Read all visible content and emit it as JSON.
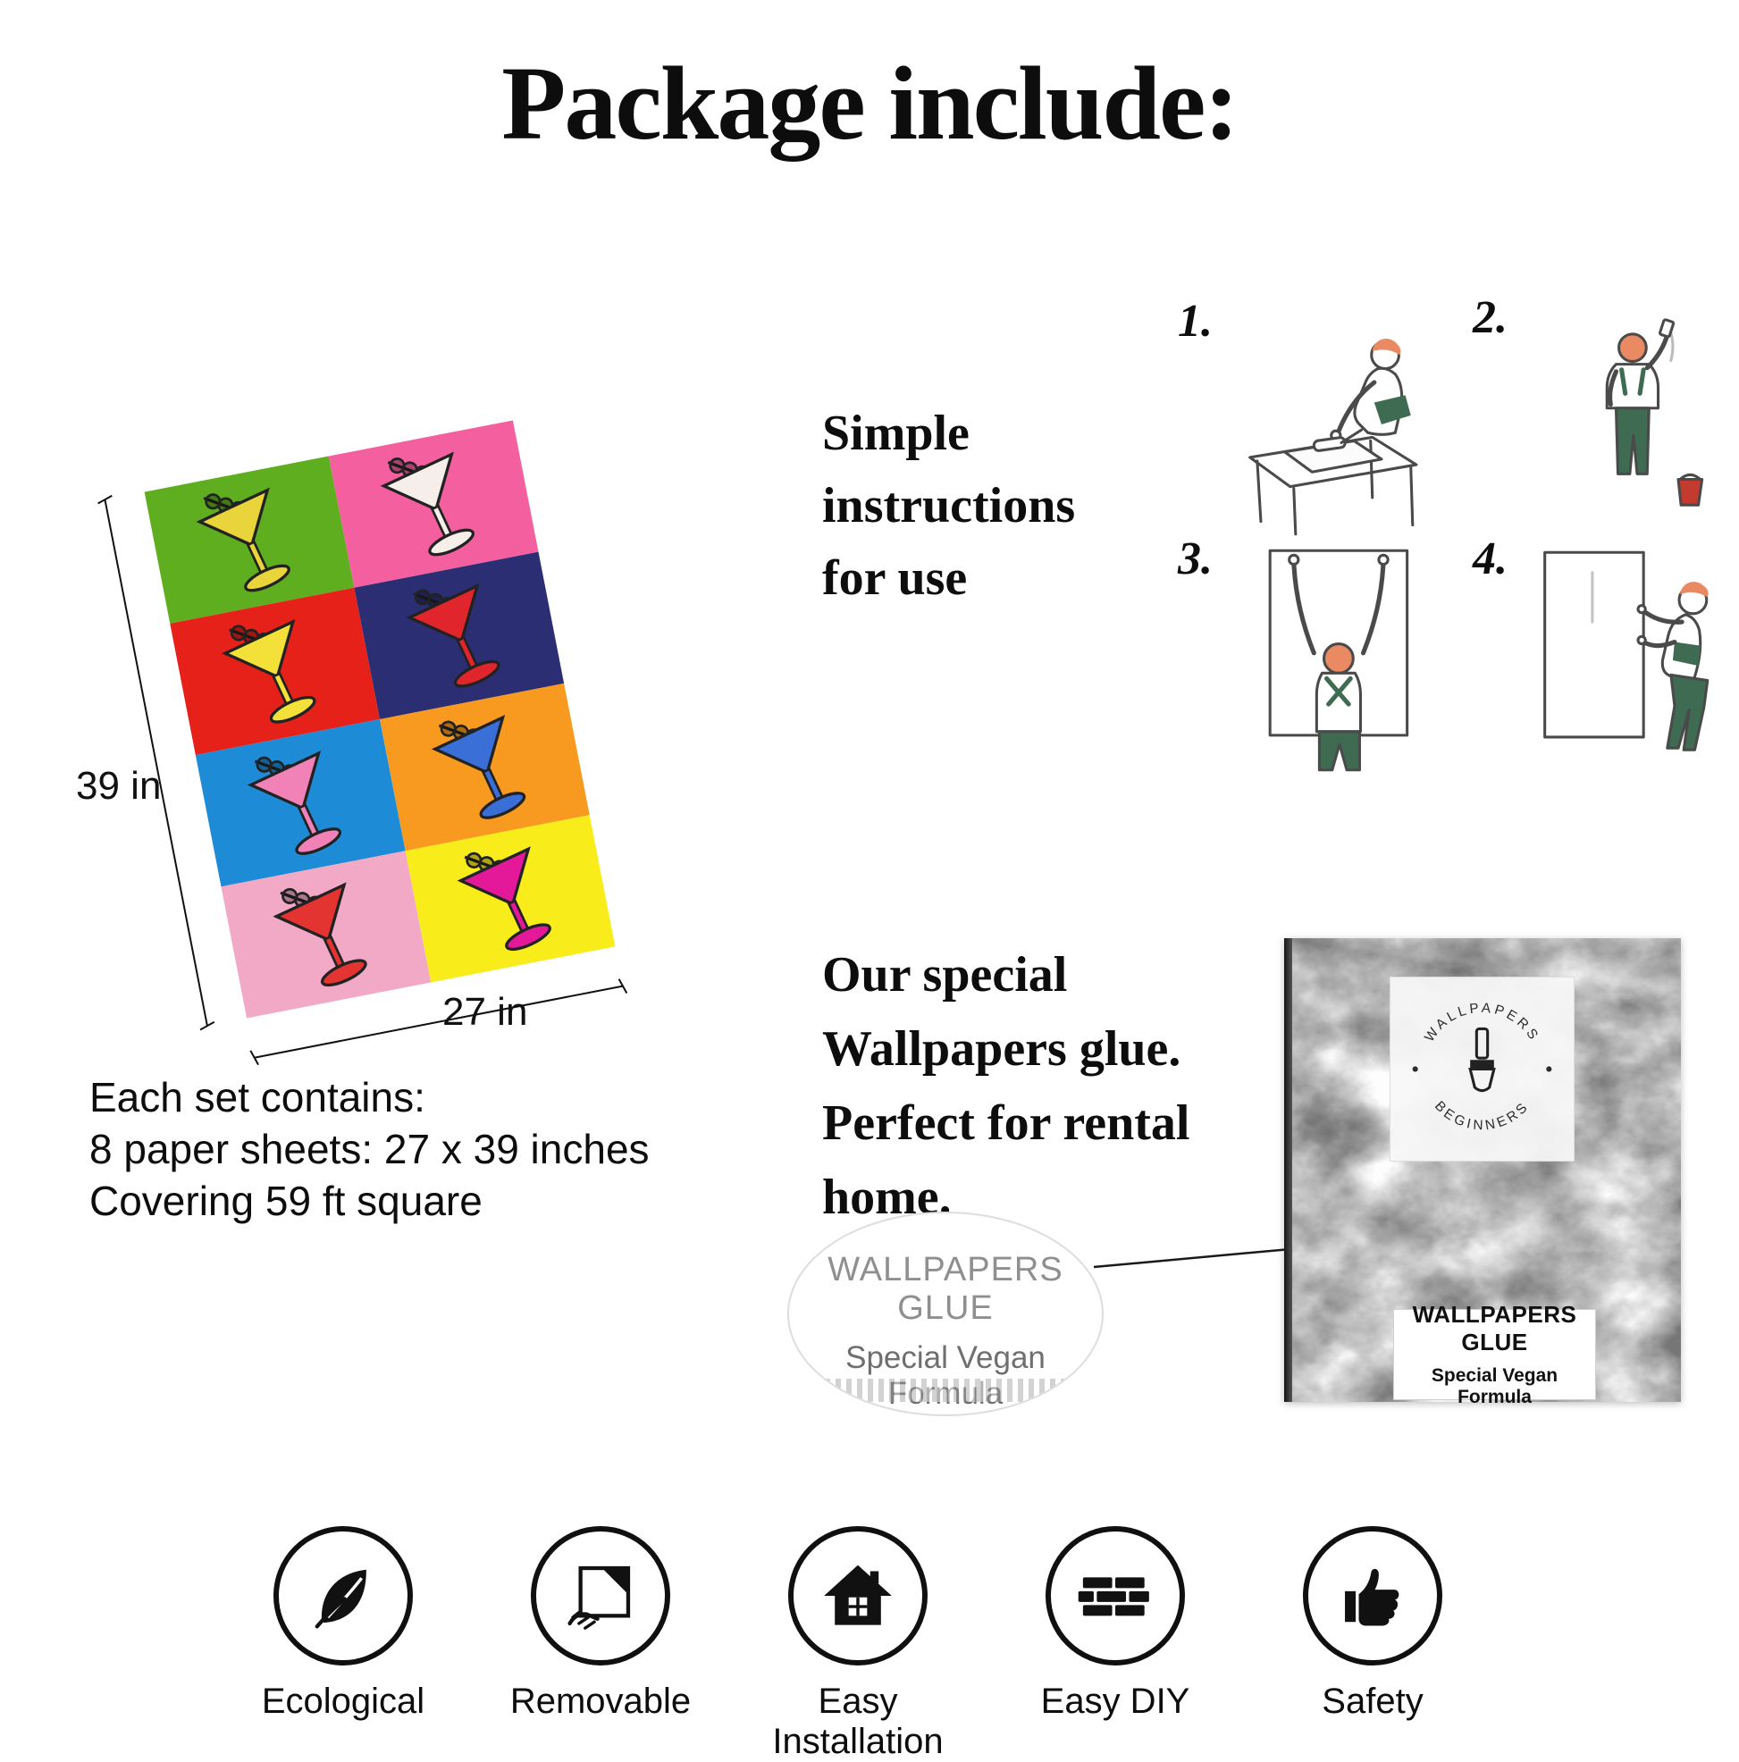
{
  "title": "Package include:",
  "wallpaper": {
    "dim_height": "39 in",
    "dim_width": "27 in",
    "tiles": [
      {
        "bg": "#5fae1f",
        "glass": "#e9d43c"
      },
      {
        "bg": "#f45fa0",
        "glass": "#f6efe9"
      },
      {
        "bg": "#e6211a",
        "glass": "#f3e13a"
      },
      {
        "bg": "#2b2e72",
        "glass": "#e0262c"
      },
      {
        "bg": "#1e8bd6",
        "glass": "#f082b8"
      },
      {
        "bg": "#f79a1f",
        "glass": "#3a6fd8"
      },
      {
        "bg": "#f2a9c6",
        "glass": "#e43431"
      },
      {
        "bg": "#f8ec1b",
        "glass": "#e3199a"
      }
    ],
    "set_lines": [
      "Each set contains:",
      "8 paper sheets: 27 x 39 inches",
      "Covering 59 ft square"
    ]
  },
  "instructions": {
    "heading_lines": [
      "Simple",
      "instructions",
      "for use"
    ],
    "steps": [
      "1.",
      "2.",
      "3.",
      "4."
    ]
  },
  "glue": {
    "heading_lines": [
      "Our special",
      "Wallpapers glue.",
      "Perfect for rental",
      "home."
    ],
    "brand_top": "WALLPAPERS",
    "brand_bottom": "BEGINNERS",
    "label_title": "WALLPAPERS GLUE",
    "label_subtitle": "Special Vegan Formula",
    "zoom_title": "WALLPAPERS GLUE",
    "zoom_subtitle": "Special Vegan Formula"
  },
  "features": [
    {
      "icon": "leaf-icon",
      "label": "Ecological"
    },
    {
      "icon": "peel-icon",
      "label": "Removable"
    },
    {
      "icon": "house-icon",
      "label": "Easy Installation"
    },
    {
      "icon": "bricks-icon",
      "label": "Easy DIY"
    },
    {
      "icon": "thumbs-up-icon",
      "label": "Safety"
    }
  ],
  "colors": {
    "accent_overalls": "#3e6b52",
    "accent_hair": "#e98a63",
    "bucket_red": "#c23b2e",
    "ink": "#0d0d0d"
  }
}
